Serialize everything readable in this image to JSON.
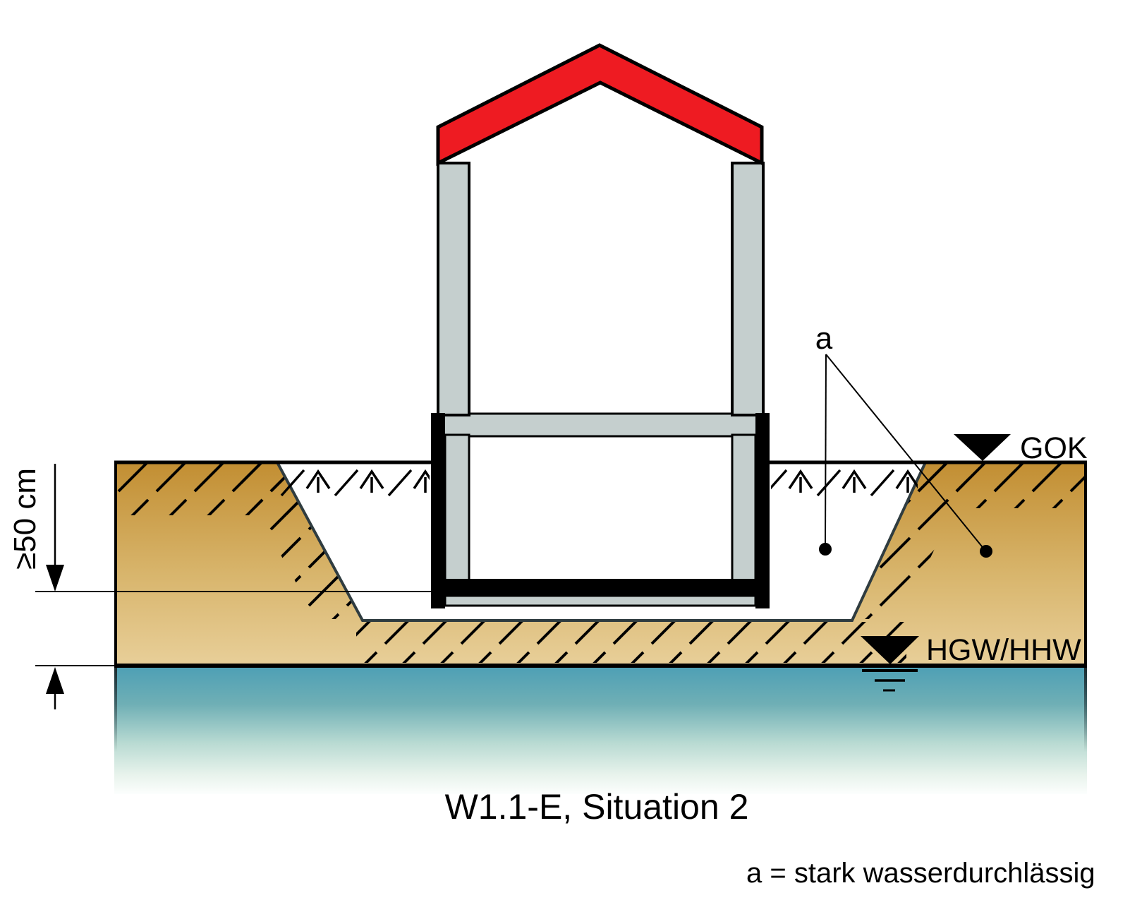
{
  "diagram": {
    "title": "W1.1-E, Situation 2",
    "legend": "a = stark wasserdurchlässig"
  },
  "markers": {
    "ground_surface": "GOK",
    "groundwater": "HGW/HHW",
    "permeable_zone": "a"
  },
  "dimensions": {
    "min_distance": "≥50 cm"
  },
  "colors": {
    "roof_red": "#EE1B22",
    "wall_gray": "#C5CFCE",
    "soil_dark": "#C28E32",
    "soil_light": "#E8CF99",
    "water_teal": "#4D9FB5",
    "membrane_black": "#000000",
    "pit_outline": "#2F3C40"
  }
}
